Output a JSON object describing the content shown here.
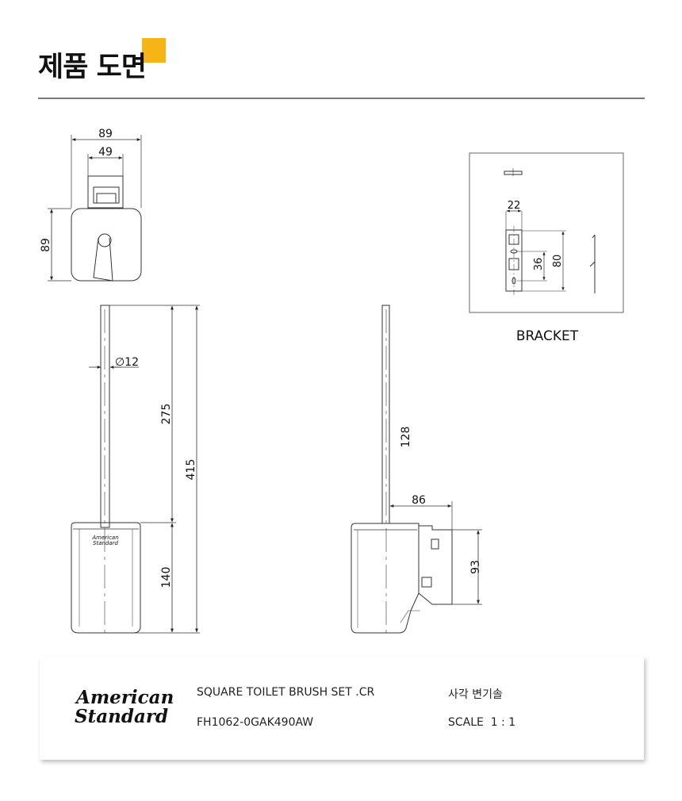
{
  "header": {
    "title": "제품 도면",
    "accent_color": "#f6b417"
  },
  "drawing": {
    "top_view": {
      "width_outer": "89",
      "width_inner": "49",
      "depth": "89"
    },
    "front_view": {
      "diameter": "∅12",
      "handle_length": "275",
      "total_height": "415",
      "cup_height": "140",
      "logo_line1": "American",
      "logo_line2": "Standard"
    },
    "side_view": {
      "handle_length": "128",
      "projection": "86",
      "bracket_height": "93"
    },
    "bracket_detail": {
      "label": "BRACKET",
      "width": "22",
      "spacing": "36",
      "height": "80"
    }
  },
  "info": {
    "brand_line1": "American",
    "brand_line2": "Standard",
    "product_name": "SQUARE TOILET BRUSH SET .CR",
    "product_code": "FH1062-0GAK490AW",
    "product_name_kr": "사각 변기솔",
    "scale": "SCALE  1 : 1"
  }
}
